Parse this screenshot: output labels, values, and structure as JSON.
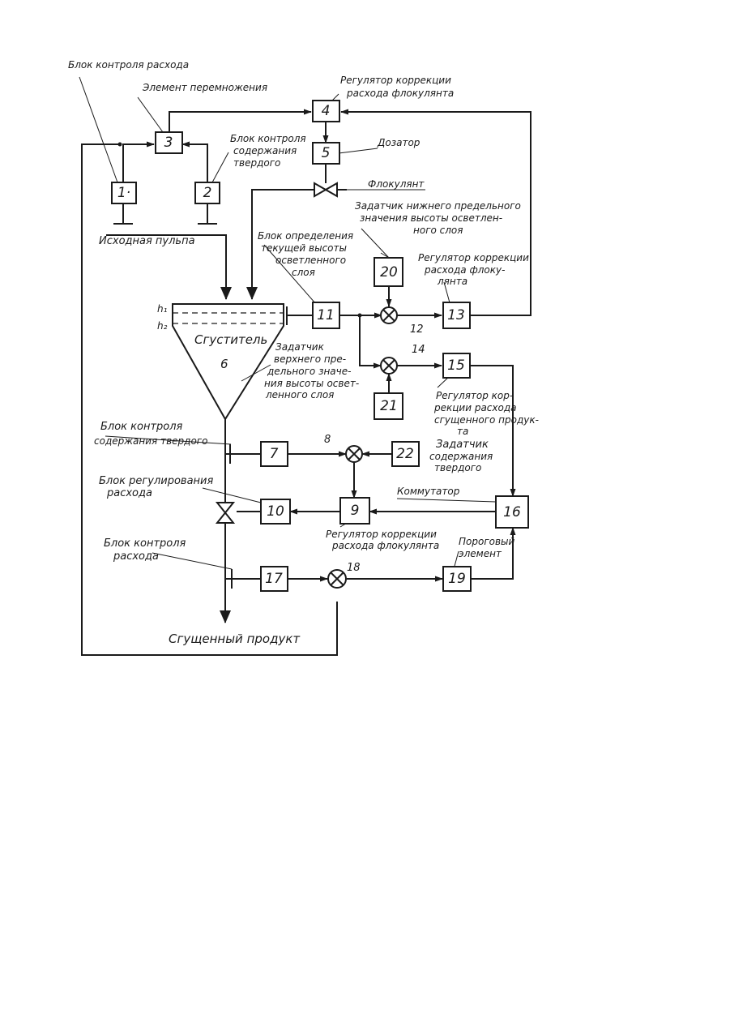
{
  "blocks": {
    "b1": "1·",
    "b2": "2",
    "b3": "3",
    "b4": "4",
    "b5": "5",
    "b7": "7",
    "b9": "9",
    "b10": "10",
    "b11": "11",
    "b13": "13",
    "b15": "15",
    "b16": "16",
    "b17": "17",
    "b19": "19",
    "b20": "20",
    "b21": "21",
    "b22": "22"
  },
  "nodes": {
    "n8": "8",
    "n12": "12",
    "n14": "14",
    "n18": "18"
  },
  "labels": {
    "flow_control_top": "Блок контроля расхода",
    "multiplier": "Элемент перемножения",
    "floc_regulator_top_1": "Регулятор коррекции",
    "floc_regulator_top_2": "расхода флокулянта",
    "solids_control_top_1": "Блок контроля",
    "solids_control_top_2": "содержания",
    "solids_control_top_3": "твердого",
    "dosator": "Дозатор",
    "flocculant": "Флокулянт",
    "low_limit_setter_1": "Задатчик нижнего предельного",
    "low_limit_setter_2": "значения высоты осветлен-",
    "low_limit_setter_3": "ного слоя",
    "feed_pulp": "Исходная пульпа",
    "height_block_1": "Блок определения",
    "height_block_2": "текущей высоты",
    "height_block_3": "осветленного",
    "height_block_4": "слоя",
    "floc_regulator_right_1": "Регулятор коррекции",
    "floc_regulator_right_2": "расхода флоку-",
    "floc_regulator_right_3": "лянта",
    "h1": "h₁",
    "h2": "h₂",
    "thickener": "Сгуститель",
    "thickener_num": "6",
    "high_limit_setter_1": "Задатчик",
    "high_limit_setter_2": "верхнего пре-",
    "high_limit_setter_3": "дельного значе-",
    "high_limit_setter_4": "ния высоты освет-",
    "high_limit_setter_5": "ленного слоя",
    "thick_regulator_1": "Регулятор кор-",
    "thick_regulator_2": "рекции расхода",
    "thick_regulator_3": "сгущенного продук-",
    "thick_regulator_4": "та",
    "solids_control_mid_1": "Блок контроля",
    "solids_control_mid_2": "содержания твердого",
    "solids_setter_1": "Задатчик",
    "solids_setter_2": "содержания",
    "solids_setter_3": "твердого",
    "flow_regulation_1": "Блок регулирования",
    "flow_regulation_2": "расхода",
    "commutator": "Коммутатор",
    "floc_regulator_bottom_1": "Регулятор коррекции",
    "floc_regulator_bottom_2": "расхода флокулянта",
    "flow_control_bottom_1": "Блок контроля",
    "flow_control_bottom_2": "расхода",
    "threshold_1": "Пороговый",
    "threshold_2": "элемент",
    "product": "Сгущенный продукт"
  }
}
